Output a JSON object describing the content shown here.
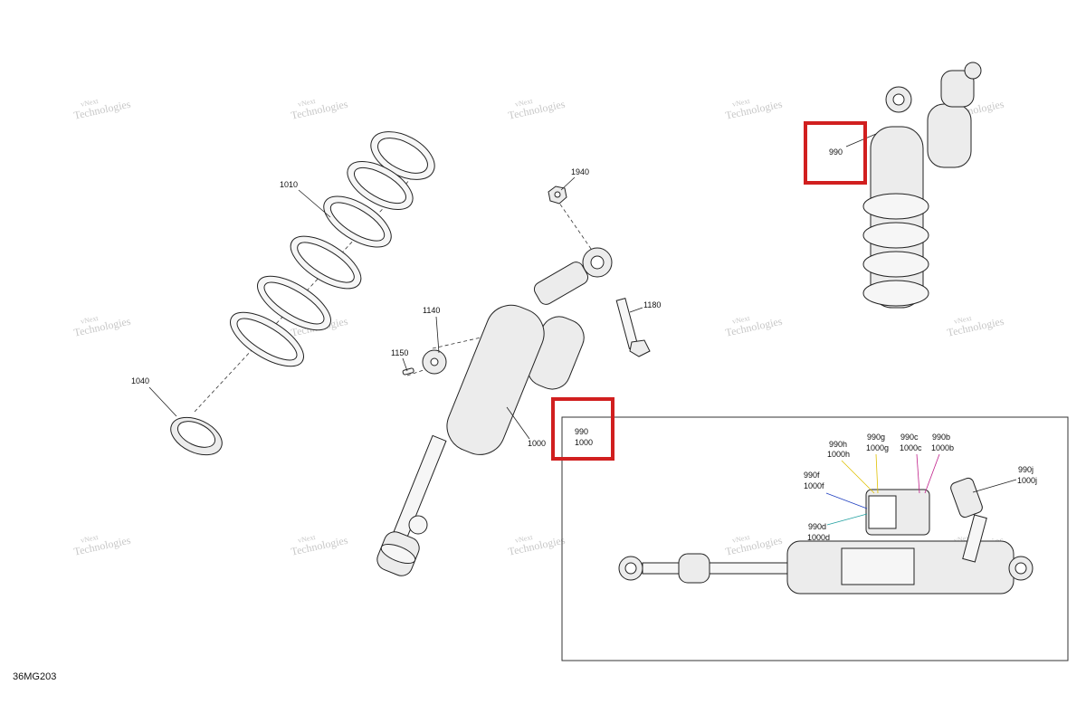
{
  "diagram_code": "36MG203",
  "watermark": {
    "line1": "vNext",
    "line2": "Technologies"
  },
  "callouts": {
    "c1010": "1010",
    "c1040": "1040",
    "c1940": "1940",
    "c1140": "1140",
    "c1150": "1150",
    "c1180": "1180",
    "c1000": "1000",
    "c990_top": "990",
    "inset_990": "990",
    "inset_1000": "1000",
    "d990h": "990h",
    "d1000h": "1000h",
    "d990g": "990g",
    "d1000g": "1000g",
    "d990c": "990c",
    "d1000c": "1000c",
    "d990b": "990b",
    "d1000b": "1000b",
    "d990f": "990f",
    "d1000f": "1000f",
    "d990d": "990d",
    "d1000d": "1000d",
    "d990j": "990j",
    "d1000j": "1000j"
  },
  "colors": {
    "highlight": "#d11f1f",
    "leader_g": "#e0c000",
    "leader_c": "#c0208a",
    "leader_f": "#2040c0",
    "leader_d": "#20a0a0"
  }
}
